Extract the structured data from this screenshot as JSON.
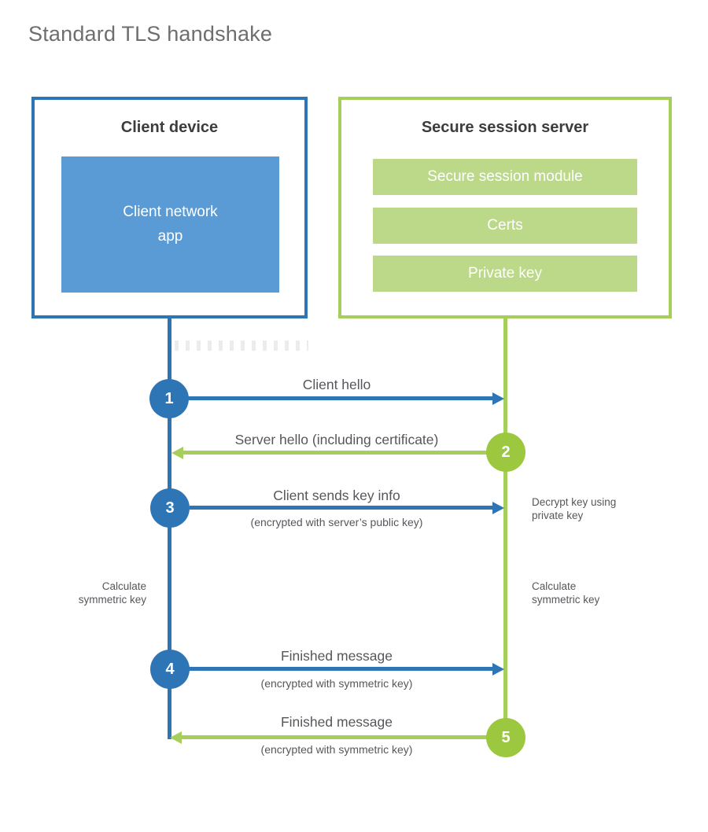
{
  "title": "Standard TLS handshake",
  "colors": {
    "blue": "#2e75b6",
    "blue_fill": "#5b9bd5",
    "green": "#a6ce5b",
    "green_fill": "#bbd989",
    "green_circle": "#9bc83e"
  },
  "client": {
    "title": "Client device",
    "module": "Client network\napp"
  },
  "server": {
    "title": "Secure session server",
    "modules": {
      "module1": "Secure session module",
      "module2": "Certs",
      "module3": "Private key"
    }
  },
  "steps": {
    "step1": {
      "number": "1",
      "label": "Client hello",
      "direction": "client-to-server"
    },
    "step2": {
      "number": "2",
      "label": "Server hello (including certificate)",
      "direction": "server-to-client"
    },
    "step3": {
      "number": "3",
      "label": "Client sends key info",
      "sublabel": "(encrypted with server’s public key)",
      "direction": "client-to-server"
    },
    "step4": {
      "number": "4",
      "label": "Finished message",
      "sublabel": "(encrypted with symmetric key)",
      "direction": "client-to-server"
    },
    "step5": {
      "number": "5",
      "label": "Finished message",
      "sublabel": "(encrypted with symmetric key)",
      "direction": "server-to-client"
    }
  },
  "notes": {
    "decrypt": "Decrypt key using\nprivate key",
    "calc_left": "Calculate\nsymmetric key",
    "calc_right": "Calculate\nsymmetric key"
  }
}
